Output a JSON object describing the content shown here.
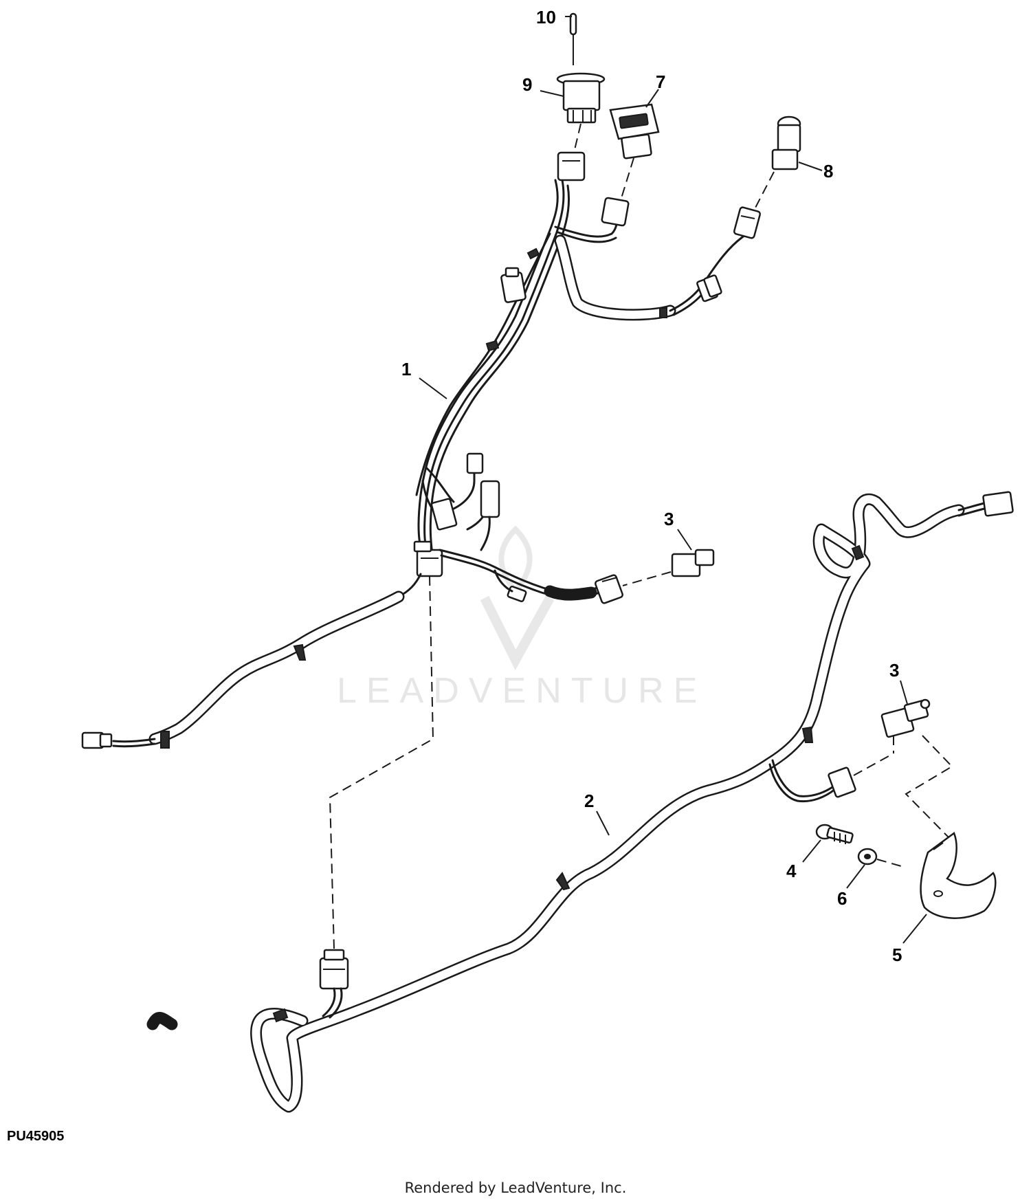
{
  "diagram": {
    "callouts": [
      "10",
      "9",
      "7",
      "8",
      "1",
      "3",
      "3",
      "2",
      "4",
      "6",
      "5"
    ],
    "watermark": "LEADVENTURE"
  },
  "footer": {
    "diagram_id": "PU45905",
    "credit": "Rendered by LeadVenture, Inc."
  }
}
